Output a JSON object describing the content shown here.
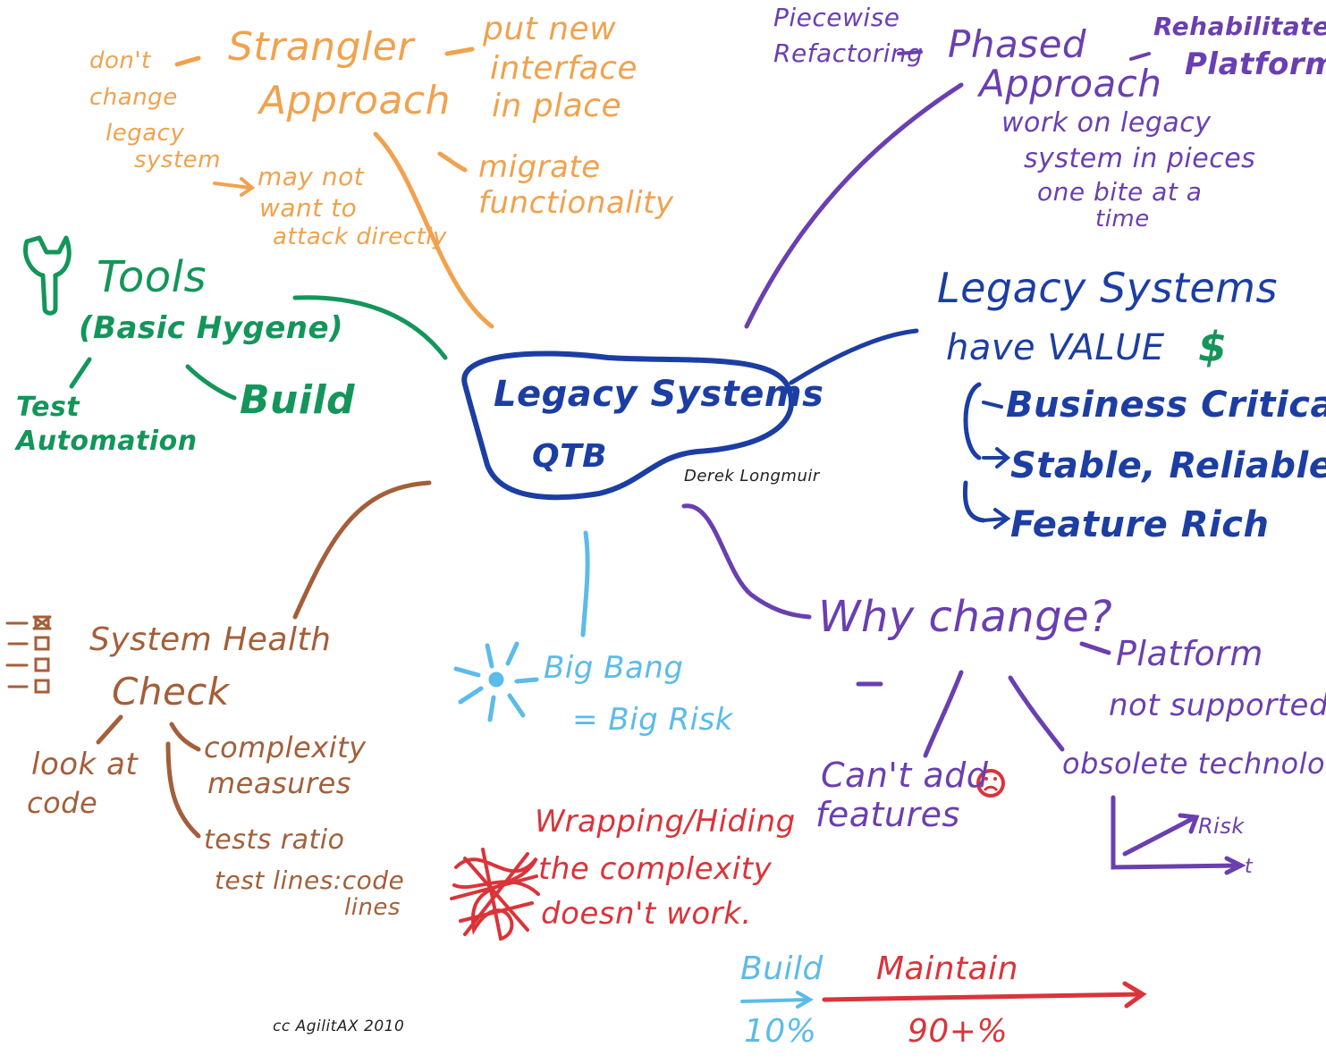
{
  "colors": {
    "orange": "#f0a24e",
    "purple": "#6a3fb0",
    "blue": "#1c3ea3",
    "green": "#14955a",
    "brown": "#a35f3a",
    "sky": "#5cbbe8",
    "red": "#d9343a"
  },
  "center": {
    "title": "Legacy Systems",
    "subtitle": "QTB",
    "author": "Derek Longmuir"
  },
  "strangler": {
    "title_1": "Strangler",
    "title_2": "Approach",
    "left_1": "don't",
    "left_2": "change",
    "left_3": "legacy",
    "left_4": "system",
    "right_1": "put new",
    "right_2": "interface",
    "right_3": "in place",
    "migrate_1": "migrate",
    "migrate_2": "functionality",
    "note_1": "may not",
    "note_2": "want to",
    "note_3": "attack directly"
  },
  "phased": {
    "piecewise_1": "Piecewise",
    "piecewise_2": "Refactoring",
    "title_1": "Phased",
    "title_2": "Approach",
    "rehab_1": "Rehabilitate",
    "rehab_2": "Platform",
    "work_1": "work on legacy",
    "work_2": "system in pieces",
    "work_3": "one bite at a",
    "work_4": "time"
  },
  "value": {
    "title_1": "Legacy Systems",
    "title_2": "have VALUE",
    "dollar": "$",
    "items": [
      "Business Critical",
      "Stable, Reliable",
      "Feature Rich"
    ]
  },
  "tools": {
    "title": "Tools",
    "subtitle": "(Basic Hygene)",
    "left_1": "Test",
    "left_2": "Automation",
    "right": "Build",
    "icon": "wrench-icon"
  },
  "health": {
    "title_1": "System Health",
    "title_2": "Check",
    "look_1": "look at",
    "look_2": "code",
    "complexity_1": "complexity",
    "complexity_2": "measures",
    "tests_ratio": "tests ratio",
    "lines_1": "test lines:code",
    "lines_2": "lines",
    "icon": "checklist-icon"
  },
  "bigbang": {
    "line_1": "Big Bang",
    "line_2": "= Big Risk",
    "icon": "explosion-icon"
  },
  "why": {
    "title": "Why change?",
    "cant_1": "Can't add",
    "cant_2": "features",
    "obsolete": "obsolete technology",
    "platform_1": "Platform",
    "platform_2": "not supported",
    "risk": "Risk",
    "t": "t"
  },
  "wrapping": {
    "line_1": "Wrapping/Hiding",
    "line_2": "the complexity",
    "line_3": "doesn't work."
  },
  "lifecycle": {
    "build": "Build",
    "build_pct": "10%",
    "maintain": "Maintain",
    "maintain_pct": "90+%"
  },
  "credit": "cc AgilitAX 2010"
}
